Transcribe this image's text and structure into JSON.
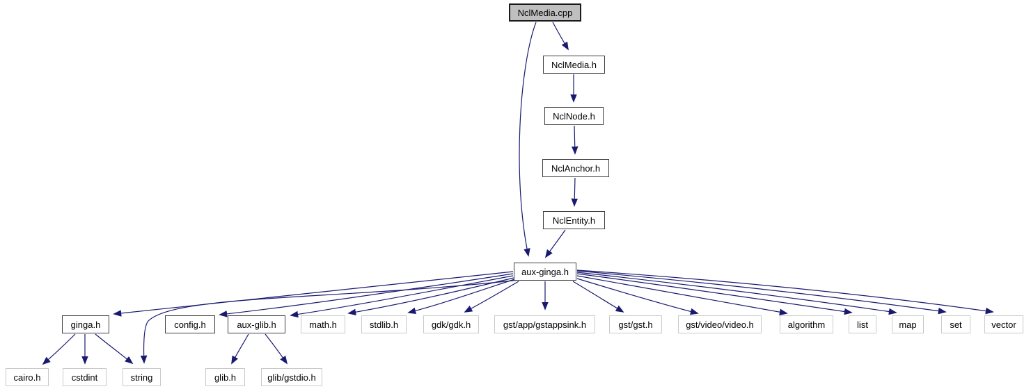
{
  "diagram": {
    "type": "include-dependency-graph",
    "root_file": "NclMedia.cpp",
    "colors": {
      "edge": "#191970",
      "node_fill": "#ffffff",
      "root_fill": "#bfbfbf",
      "linked_border": "#3d3d3d",
      "plain_border": "#c9c9c9",
      "text": "#000000",
      "background": "#ffffff"
    }
  },
  "nodes": [
    {
      "id": "NclMedia.cpp",
      "label": "NclMedia.cpp",
      "kind": "root"
    },
    {
      "id": "NclMedia.h",
      "label": "NclMedia.h",
      "kind": "linked"
    },
    {
      "id": "NclNode.h",
      "label": "NclNode.h",
      "kind": "linked"
    },
    {
      "id": "NclAnchor.h",
      "label": "NclAnchor.h",
      "kind": "linked"
    },
    {
      "id": "NclEntity.h",
      "label": "NclEntity.h",
      "kind": "linked"
    },
    {
      "id": "aux-ginga.h",
      "label": "aux-ginga.h",
      "kind": "linked"
    },
    {
      "id": "ginga.h",
      "label": "ginga.h",
      "kind": "linked"
    },
    {
      "id": "config.h",
      "label": "config.h",
      "kind": "linked"
    },
    {
      "id": "aux-glib.h",
      "label": "aux-glib.h",
      "kind": "linked"
    },
    {
      "id": "math.h",
      "label": "math.h",
      "kind": "plain"
    },
    {
      "id": "stdlib.h",
      "label": "stdlib.h",
      "kind": "plain"
    },
    {
      "id": "gdk/gdk.h",
      "label": "gdk/gdk.h",
      "kind": "plain"
    },
    {
      "id": "gst/app/gstappsink.h",
      "label": "gst/app/gstappsink.h",
      "kind": "plain"
    },
    {
      "id": "gst/gst.h",
      "label": "gst/gst.h",
      "kind": "plain"
    },
    {
      "id": "gst/video/video.h",
      "label": "gst/video/video.h",
      "kind": "plain"
    },
    {
      "id": "algorithm",
      "label": "algorithm",
      "kind": "plain"
    },
    {
      "id": "list",
      "label": "list",
      "kind": "plain"
    },
    {
      "id": "map",
      "label": "map",
      "kind": "plain"
    },
    {
      "id": "set",
      "label": "set",
      "kind": "plain"
    },
    {
      "id": "vector",
      "label": "vector",
      "kind": "plain"
    },
    {
      "id": "cairo.h",
      "label": "cairo.h",
      "kind": "plain"
    },
    {
      "id": "cstdint",
      "label": "cstdint",
      "kind": "plain"
    },
    {
      "id": "string",
      "label": "string",
      "kind": "plain"
    },
    {
      "id": "glib.h",
      "label": "glib.h",
      "kind": "plain"
    },
    {
      "id": "glib/gstdio.h",
      "label": "glib/gstdio.h",
      "kind": "plain"
    }
  ],
  "edges": [
    {
      "from": "NclMedia.cpp",
      "to": "NclMedia.h"
    },
    {
      "from": "NclMedia.cpp",
      "to": "aux-ginga.h"
    },
    {
      "from": "NclMedia.h",
      "to": "NclNode.h"
    },
    {
      "from": "NclNode.h",
      "to": "NclAnchor.h"
    },
    {
      "from": "NclAnchor.h",
      "to": "NclEntity.h"
    },
    {
      "from": "NclEntity.h",
      "to": "aux-ginga.h"
    },
    {
      "from": "aux-ginga.h",
      "to": "ginga.h"
    },
    {
      "from": "aux-ginga.h",
      "to": "config.h"
    },
    {
      "from": "aux-ginga.h",
      "to": "aux-glib.h"
    },
    {
      "from": "aux-ginga.h",
      "to": "math.h"
    },
    {
      "from": "aux-ginga.h",
      "to": "stdlib.h"
    },
    {
      "from": "aux-ginga.h",
      "to": "gdk/gdk.h"
    },
    {
      "from": "aux-ginga.h",
      "to": "gst/app/gstappsink.h"
    },
    {
      "from": "aux-ginga.h",
      "to": "gst/gst.h"
    },
    {
      "from": "aux-ginga.h",
      "to": "gst/video/video.h"
    },
    {
      "from": "aux-ginga.h",
      "to": "algorithm"
    },
    {
      "from": "aux-ginga.h",
      "to": "list"
    },
    {
      "from": "aux-ginga.h",
      "to": "map"
    },
    {
      "from": "aux-ginga.h",
      "to": "set"
    },
    {
      "from": "aux-ginga.h",
      "to": "vector"
    },
    {
      "from": "aux-ginga.h",
      "to": "string"
    },
    {
      "from": "ginga.h",
      "to": "cairo.h"
    },
    {
      "from": "ginga.h",
      "to": "cstdint"
    },
    {
      "from": "ginga.h",
      "to": "string"
    },
    {
      "from": "aux-glib.h",
      "to": "glib.h"
    },
    {
      "from": "aux-glib.h",
      "to": "glib/gstdio.h"
    }
  ]
}
